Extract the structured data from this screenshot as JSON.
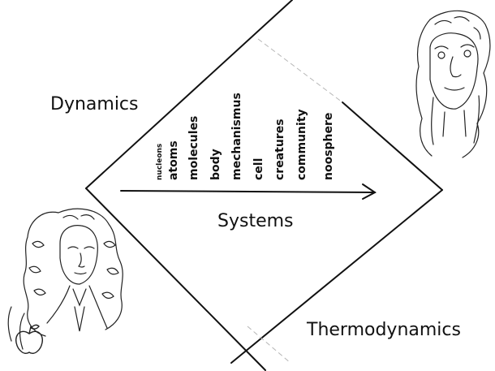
{
  "labels": {
    "dynamics": "Dynamics",
    "systems": "Systems",
    "thermodynamics": "Thermodynamics"
  },
  "levels": [
    "nucleons",
    "atoms",
    "molecules",
    "body",
    "mechanismus",
    "cell",
    "creatures",
    "community",
    "noosphere"
  ],
  "icons": {
    "left_portrait": "newton-portrait-icon",
    "right_portrait": "old-man-portrait-icon",
    "apple": "apple-icon"
  },
  "colors": {
    "ink": "#111111",
    "background": "#ffffff"
  }
}
